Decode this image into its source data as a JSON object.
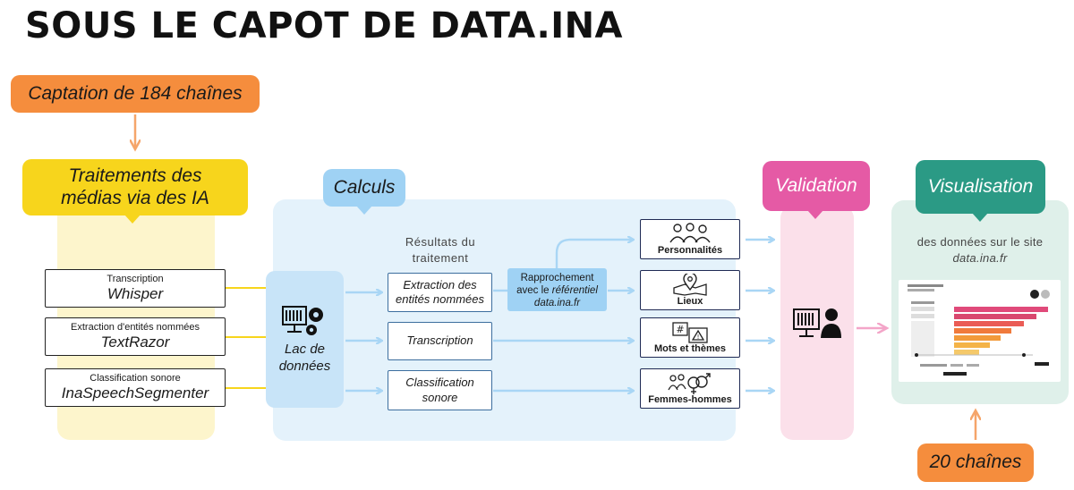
{
  "title": "SOUS LE CAPOT DE DATA.INA",
  "captation": "Captation de 184 chaînes",
  "traitements": "Traitements des médias via des IA",
  "calculs": "Calculs",
  "validation": "Validation",
  "visualisation": "Visualisation",
  "chaines_20": "20 chaînes",
  "sources": [
    {
      "small": "Transcription",
      "big": "Whisper"
    },
    {
      "small": "Extraction d'entités nommées",
      "big": "TextRazor"
    },
    {
      "small": "Classification sonore",
      "big": "InaSpeechSegmenter"
    }
  ],
  "lac": "Lac de données",
  "resultats": "Résultats du traitement",
  "middle": {
    "extraction": "Extraction des entités nommées",
    "transcription": "Transcription",
    "classification": "Classification sonore"
  },
  "rapprochement": {
    "line1": "Rapprochement",
    "line2_prefix": "avec le ",
    "line2_italic": "référentiel",
    "line3": "data.ina.fr"
  },
  "outputs": {
    "personnalites": "Personnalités",
    "lieux": "Lieux",
    "mots": "Mots et thèmes",
    "femmes": "Femmes-hommes"
  },
  "visu_text": {
    "line1": "des données sur le site",
    "site": "data.ina.fr"
  },
  "colors": {
    "orange": "#f58d3d",
    "yellow": "#f7d51c",
    "blue": "#9fd2f4",
    "pink": "#e55aa5",
    "teal": "#2b9a85",
    "arrow_blue": "#a9d6f5"
  },
  "icons": {
    "lac": "server-gears-icon",
    "validation": "server-person-icon",
    "personnalites": "people-icon",
    "lieux": "map-pin-icon",
    "mots": "hashtag-warning-icon",
    "femmes": "gender-icon"
  }
}
